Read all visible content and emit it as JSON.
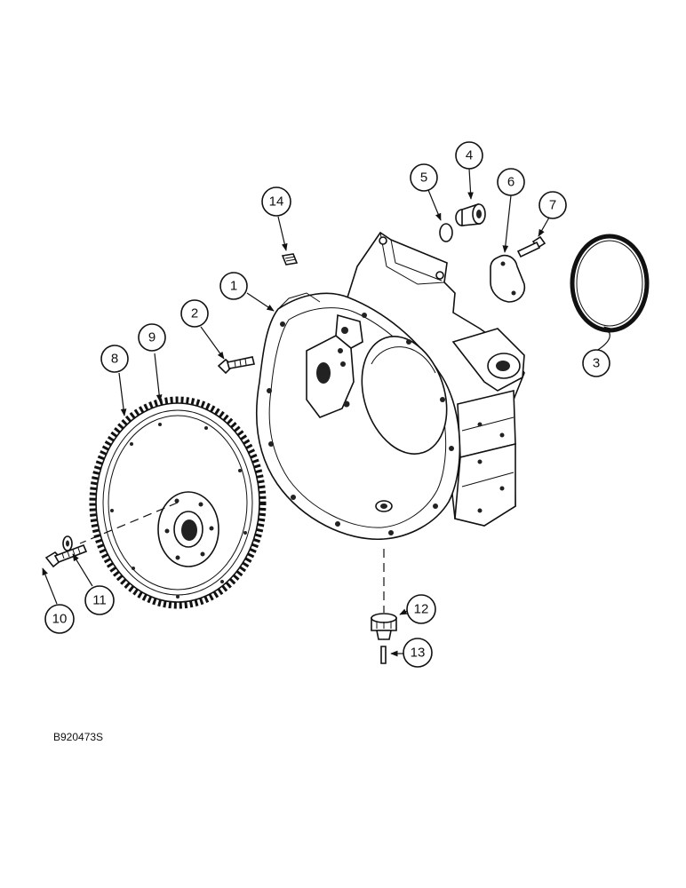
{
  "drawing_code": "B920473S",
  "callouts": [
    "1",
    "2",
    "3",
    "4",
    "5",
    "6",
    "7",
    "8",
    "9",
    "10",
    "11",
    "12",
    "13",
    "14"
  ]
}
